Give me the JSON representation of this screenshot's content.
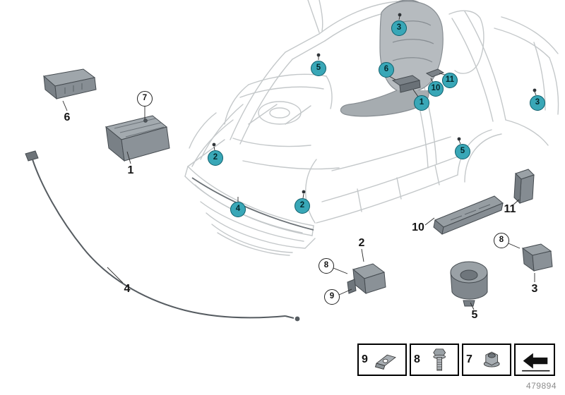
{
  "diagram": {
    "part_number": "479894",
    "teal_callouts": [
      {
        "id": "callout-3-seat-top",
        "label": "3"
      },
      {
        "id": "callout-5-front-rail",
        "label": "5"
      },
      {
        "id": "callout-6-under-seat",
        "label": "6"
      },
      {
        "id": "callout-11-tunnel",
        "label": "11"
      },
      {
        "id": "callout-10-tunnel",
        "label": "10"
      },
      {
        "id": "callout-1-floor",
        "label": "1"
      },
      {
        "id": "callout-3-right",
        "label": "3"
      },
      {
        "id": "callout-5-b-pillar",
        "label": "5"
      },
      {
        "id": "callout-2-front-left",
        "label": "2"
      },
      {
        "id": "callout-2-front-mid",
        "label": "2"
      },
      {
        "id": "callout-4-bumper",
        "label": "4"
      }
    ],
    "white_callouts": [
      {
        "id": "callout-7-screw",
        "label": "7"
      },
      {
        "id": "callout-8-bolt-left",
        "label": "8"
      },
      {
        "id": "callout-9-bracket",
        "label": "9"
      },
      {
        "id": "callout-8-bolt-right",
        "label": "8"
      }
    ],
    "part_labels": [
      {
        "id": "label-6",
        "label": "6"
      },
      {
        "id": "label-1",
        "label": "1"
      },
      {
        "id": "label-4",
        "label": "4"
      },
      {
        "id": "label-2",
        "label": "2"
      },
      {
        "id": "label-10",
        "label": "10"
      },
      {
        "id": "label-11",
        "label": "11"
      },
      {
        "id": "label-3",
        "label": "3"
      },
      {
        "id": "label-5",
        "label": "5"
      }
    ],
    "legend": {
      "items": [
        {
          "label": "9",
          "icon": "bracket-icon"
        },
        {
          "label": "8",
          "icon": "bolt-icon"
        },
        {
          "label": "7",
          "icon": "flange-nut-icon"
        },
        {
          "label": "",
          "icon": "direction-arrow-icon"
        }
      ]
    },
    "colors": {
      "callout_teal": "#39a7b7",
      "line_art_gray": "#c4c8ca",
      "part_gray": "#8a9197"
    }
  }
}
